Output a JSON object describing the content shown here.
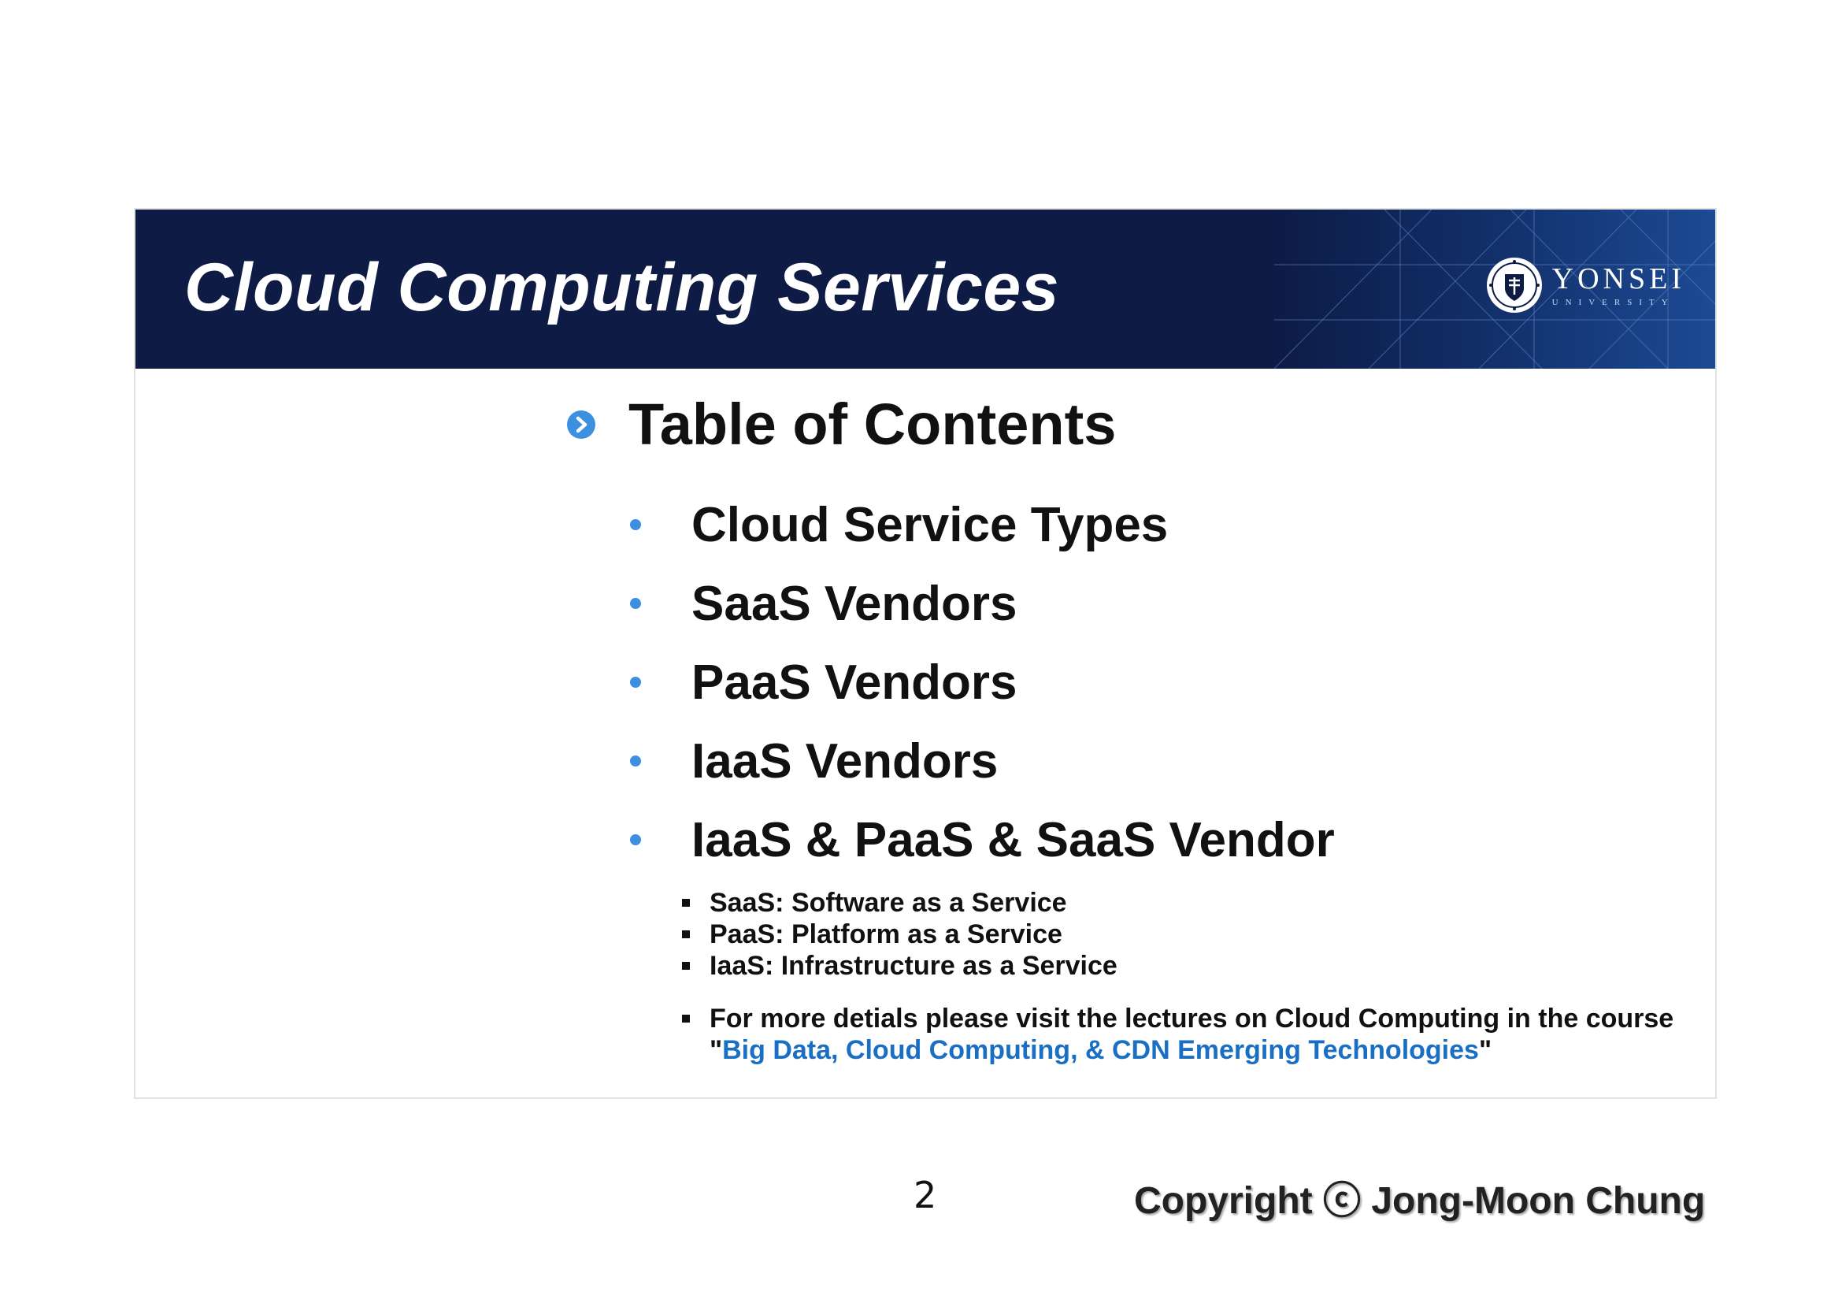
{
  "banner": {
    "title": "Cloud Computing Services",
    "logo_word": "YONSEI",
    "logo_sub": "UNIVERSITY",
    "color": "#0d1b45"
  },
  "toc": {
    "heading": "Table of Contents",
    "items": [
      "Cloud Service Types",
      "SaaS Vendors",
      "PaaS Vendors",
      "IaaS Vendors",
      "IaaS & PaaS & SaaS Vendor"
    ]
  },
  "notes": {
    "definitions": [
      "SaaS: Software as a Service",
      "PaaS: Platform as a Service",
      "IaaS: Infrastructure as a Service"
    ],
    "more_info_line1": "For more detials please visit the lectures on Cloud Computing in the course",
    "quote_open": "\"",
    "course_link": "Big Data, Cloud Computing, & CDN Emerging Technologies",
    "quote_close": "\""
  },
  "footer": {
    "page_number": "2",
    "copyright": "Copyright ⓒ Jong-Moon Chung"
  },
  "colors": {
    "accent": "#3d8fe0",
    "link": "#1a6fc4"
  }
}
